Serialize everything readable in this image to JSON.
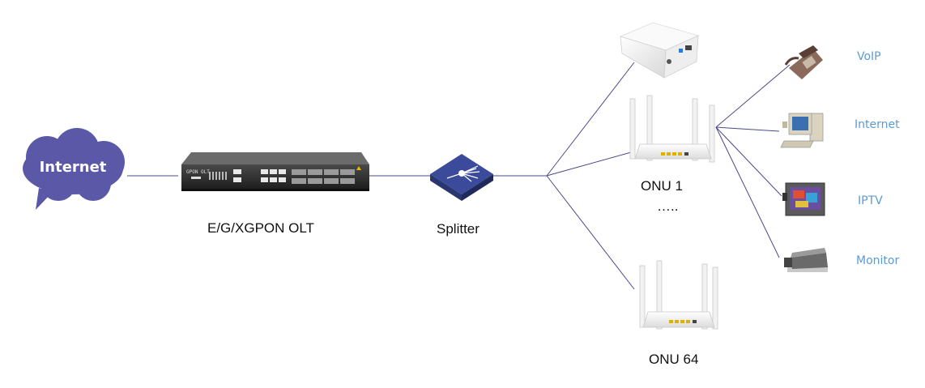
{
  "cloud": {
    "label": "Internet"
  },
  "olt": {
    "label": "E/G/XGPON OLT",
    "panel_text": "GPON OLT"
  },
  "splitter": {
    "label": "Splitter"
  },
  "onu_first": {
    "label": "ONU 1"
  },
  "onu_ellipsis": {
    "label": "….."
  },
  "onu_last": {
    "label": "ONU 64"
  },
  "devices": {
    "voip": "VoIP",
    "internet": "Internet",
    "iptv": "IPTV",
    "monitor": "Monitor"
  },
  "colors": {
    "cloud": "#5b58a8",
    "device_label": "#5b9bd5",
    "line": "#4a4a8a",
    "splitter": "#3b4a9a"
  }
}
